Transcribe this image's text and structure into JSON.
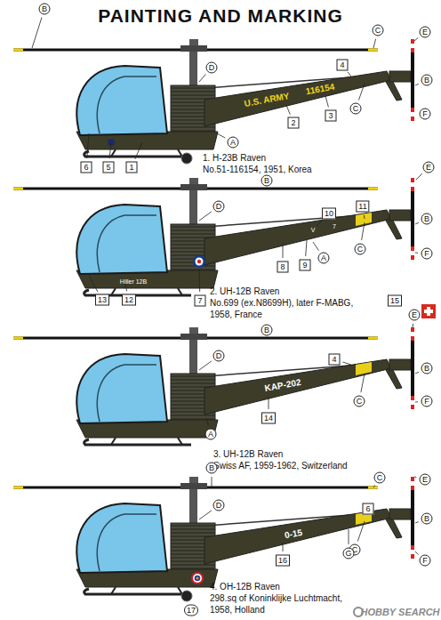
{
  "diagram": {
    "title": "PAINTING AND MARKING",
    "labels": [
      "B",
      "C",
      "E",
      "D",
      "4",
      "B",
      "C",
      "F",
      "U.S. ARMY",
      "116154",
      "2",
      "3",
      "A",
      "6",
      "5",
      "1",
      "1. H-23B Raven",
      "No.51-116154, 1951, Korea",
      "E",
      "B",
      "D",
      "10",
      "11",
      "B",
      "V",
      "7",
      "C",
      "F",
      "Hiller 12B",
      "8",
      "9",
      "A",
      "13",
      "12",
      "7",
      "2. UH-12B Raven",
      "No.699 (ex.N8699H), later F-MABG,",
      "1958, France",
      "15",
      "E",
      "B",
      "D",
      "B",
      "4",
      "C",
      "F",
      "KAP-202",
      "14",
      "A",
      "3. UH-12B Raven",
      "Swiss AF, 1959-1962, Switzerland",
      "B",
      "C",
      "E",
      "D",
      "6",
      "B",
      "C",
      "F",
      "0-15",
      "16",
      "G",
      "4. OH-12B Raven",
      "298.sq of Koninklijke Luchtmacht,",
      "1958, Holland",
      "17",
      "HOBBY SEARCH"
    ]
  }
}
